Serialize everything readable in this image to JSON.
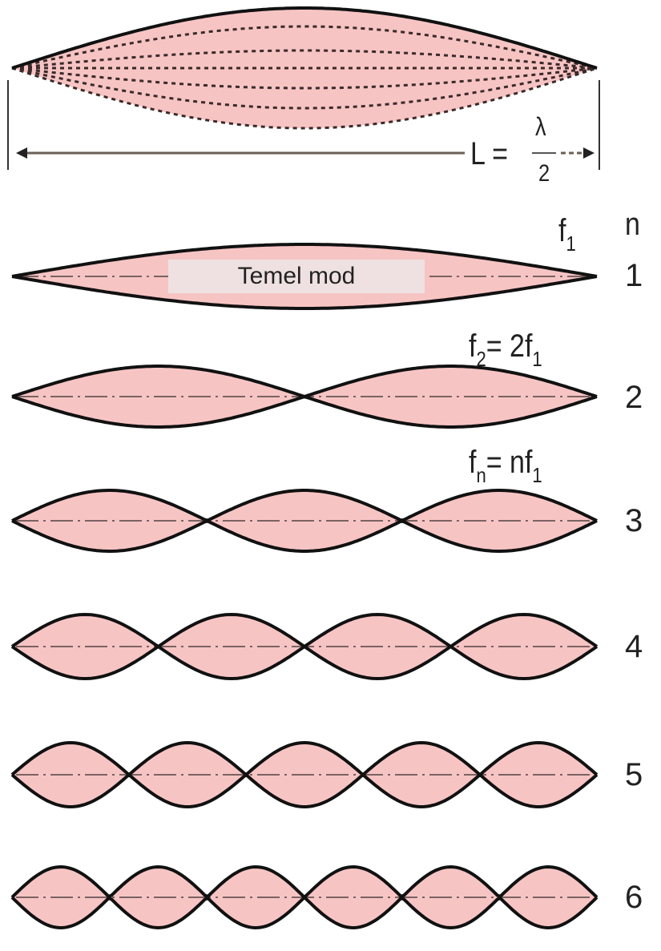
{
  "colors": {
    "fill": "#f7c4c4",
    "stroke": "#111111",
    "axis": "#7a6262"
  },
  "top": {
    "length_label": "L =",
    "numerator": "λ",
    "denominator": "2"
  },
  "header": {
    "n_label": "n"
  },
  "modes": [
    {
      "n": "1",
      "freq_label": "f",
      "freq_sub": "1",
      "freq_rest": "",
      "freq_rest_sub": "",
      "inner_label": "Temel mod"
    },
    {
      "n": "2",
      "freq_label": "f",
      "freq_sub": "2",
      "freq_rest": "= 2f",
      "freq_rest_sub": "1"
    },
    {
      "n": "3",
      "freq_label": "f",
      "freq_sub": "n",
      "freq_rest": "= nf",
      "freq_rest_sub": "1"
    },
    {
      "n": "4"
    },
    {
      "n": "5"
    },
    {
      "n": "6"
    }
  ]
}
